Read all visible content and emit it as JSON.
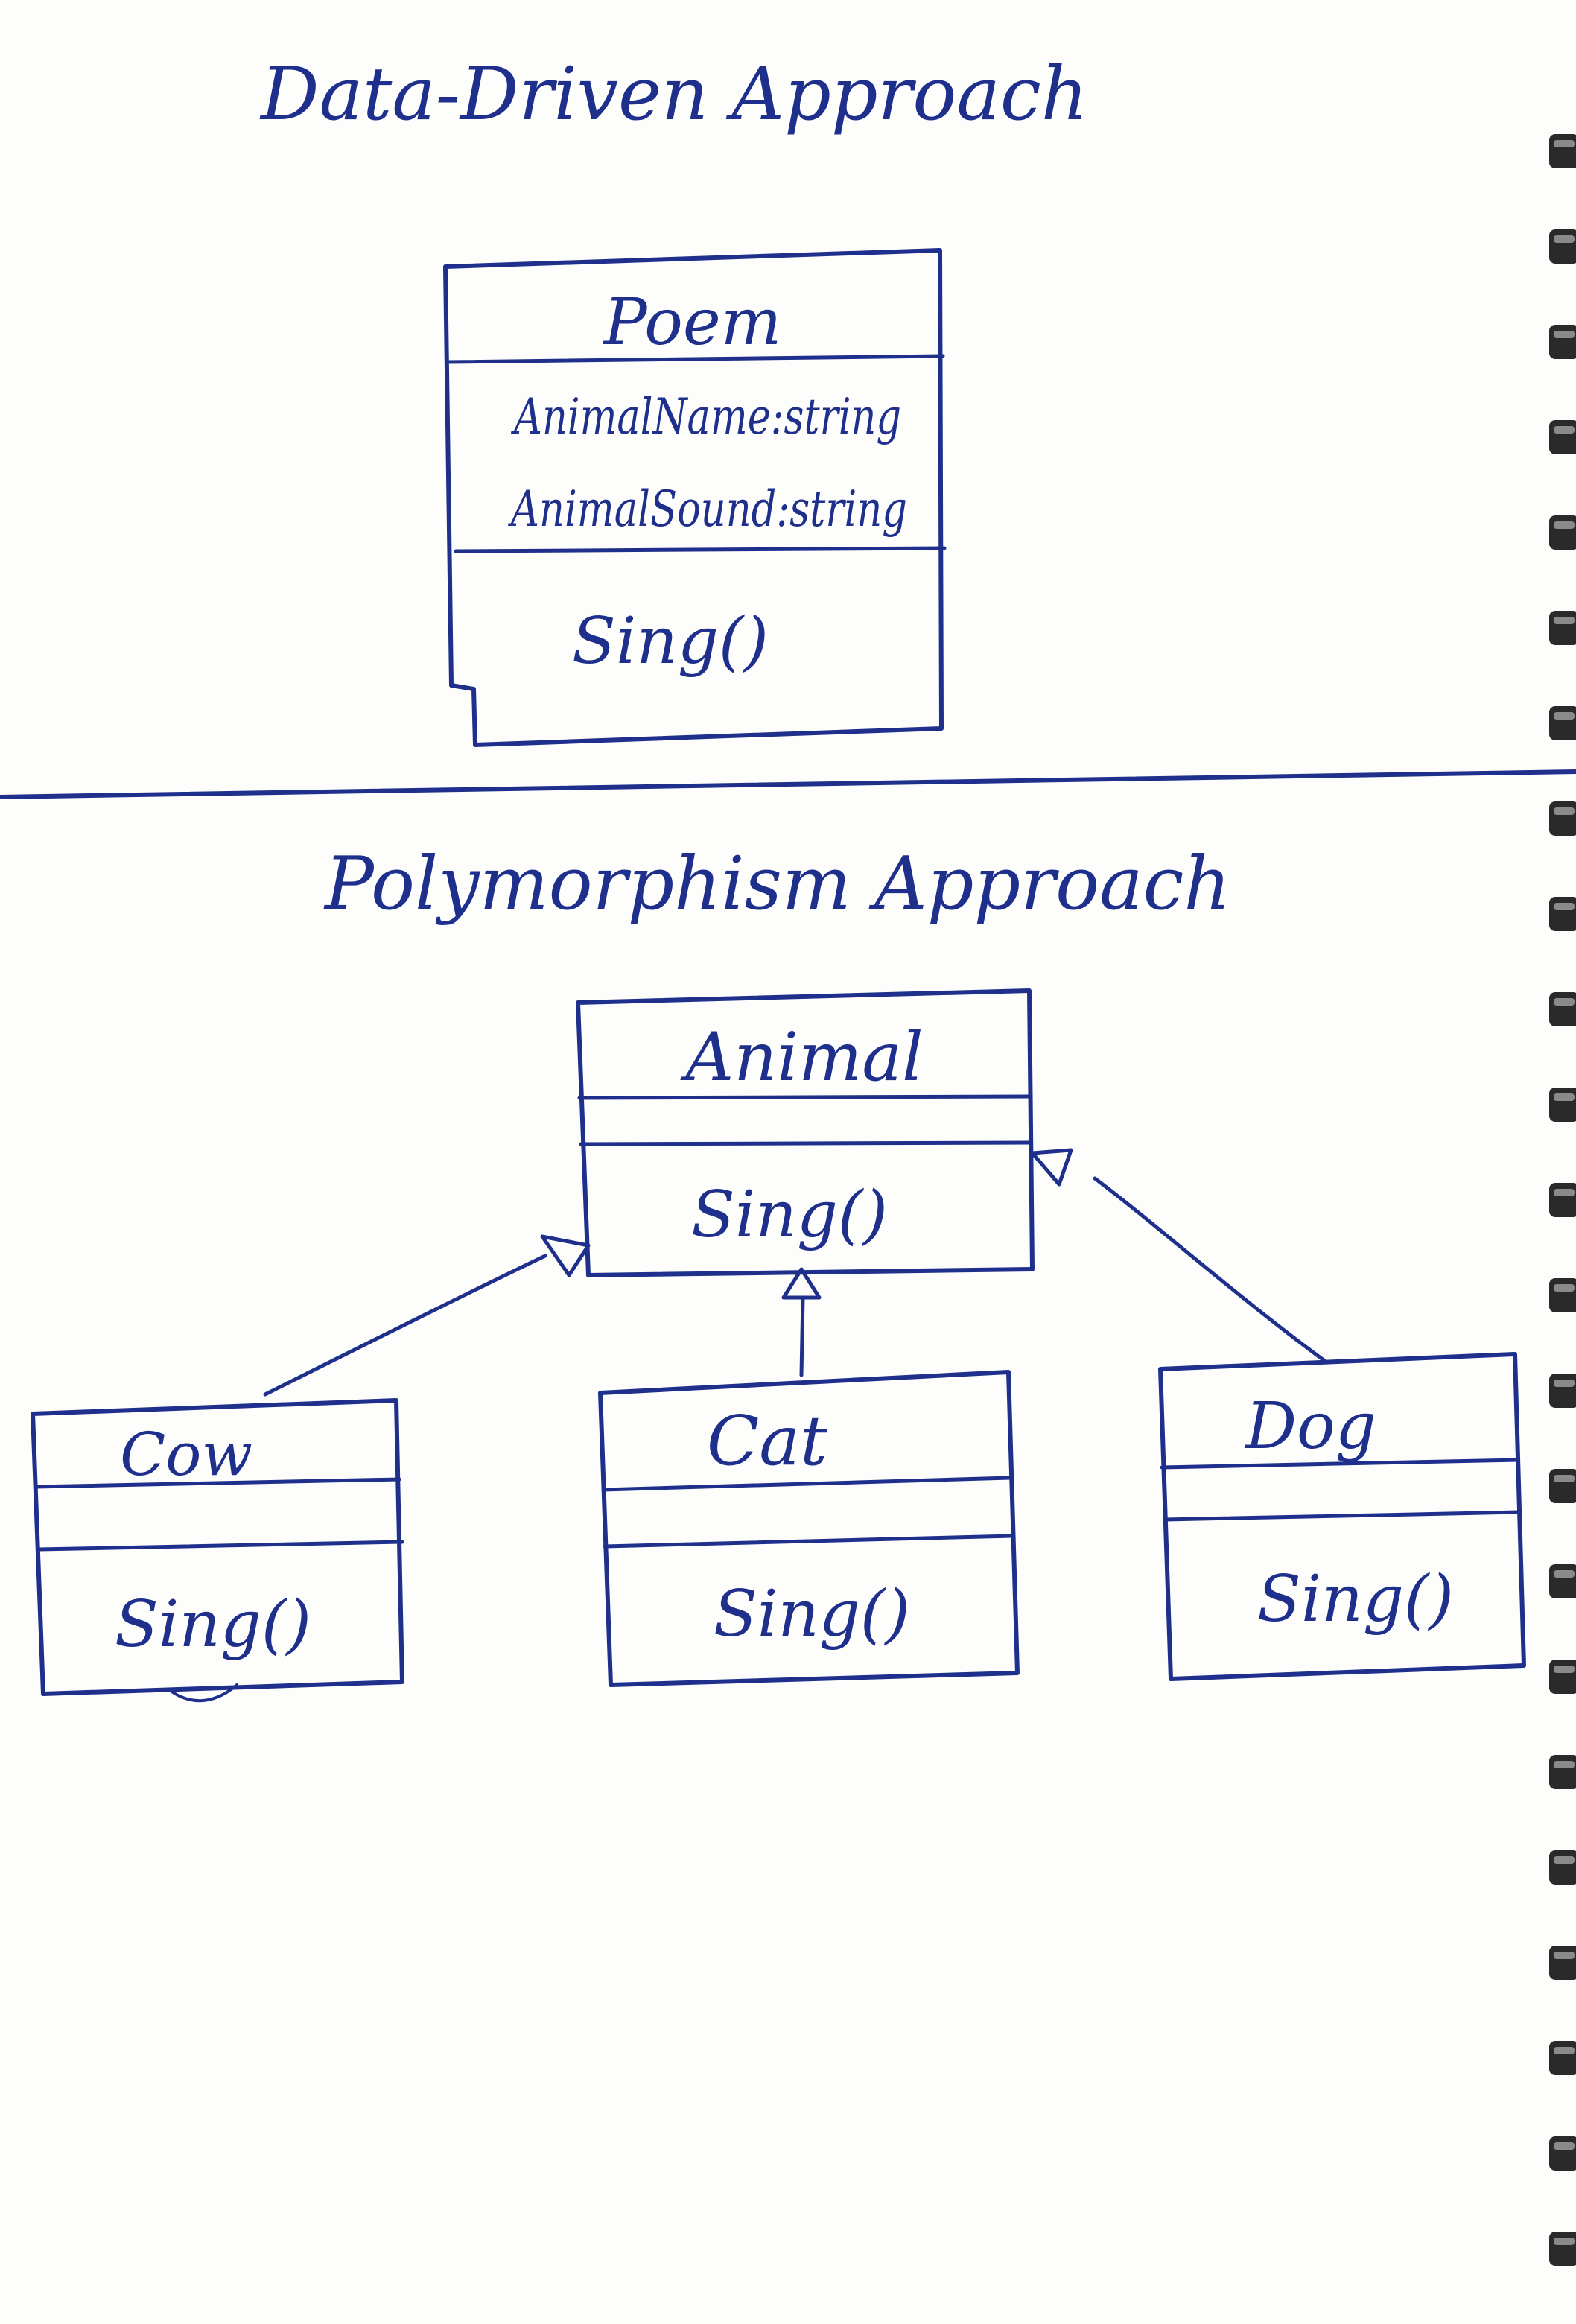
{
  "ink_color": "#1e2f8c",
  "paper_color": "#fdfdfc",
  "binding_icon": "spiral-binding-icon",
  "sections": {
    "data_driven": {
      "title": "Data-Driven Approach",
      "poem_class": {
        "name": "Poem",
        "attributes": [
          "AnimalName:string",
          "AnimalSound:string"
        ],
        "methods": [
          "Sing()"
        ]
      }
    },
    "polymorphism": {
      "title": "Polymorphism Approach",
      "base_class": {
        "name": "Animal",
        "methods": [
          "Sing()"
        ]
      },
      "subclasses": [
        {
          "name": "Cow",
          "methods": [
            "Sing()"
          ]
        },
        {
          "name": "Cat",
          "methods": [
            "Sing()"
          ]
        },
        {
          "name": "Dog",
          "methods": [
            "Sing()"
          ]
        }
      ],
      "relationship": "inherits"
    }
  }
}
